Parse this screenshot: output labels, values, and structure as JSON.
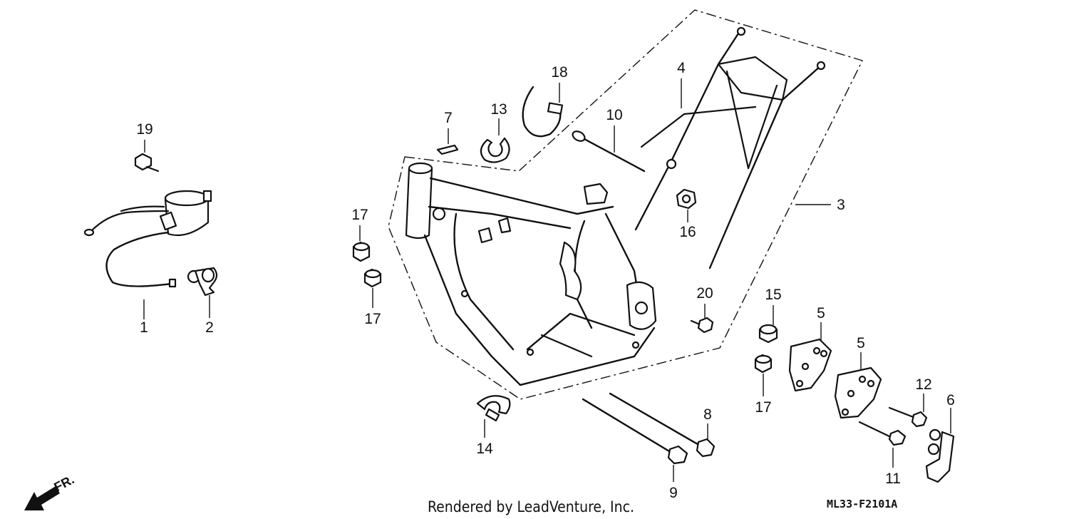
{
  "diagram": {
    "callouts": {
      "c1": "1",
      "c2": "2",
      "c3": "3",
      "c4": "4",
      "c5a": "5",
      "c5b": "5",
      "c6": "6",
      "c7": "7",
      "c8": "8",
      "c9": "9",
      "c10": "10",
      "c11": "11",
      "c12": "12",
      "c13": "13",
      "c14": "14",
      "c15": "15",
      "c16": "16",
      "c17a": "17",
      "c17b": "17",
      "c17c": "17",
      "c18": "18",
      "c19": "19",
      "c20": "20"
    },
    "front_indicator": "FR.",
    "footer": "Rendered by LeadVenture, Inc.",
    "diagram_code": "ML33-F2101A"
  }
}
